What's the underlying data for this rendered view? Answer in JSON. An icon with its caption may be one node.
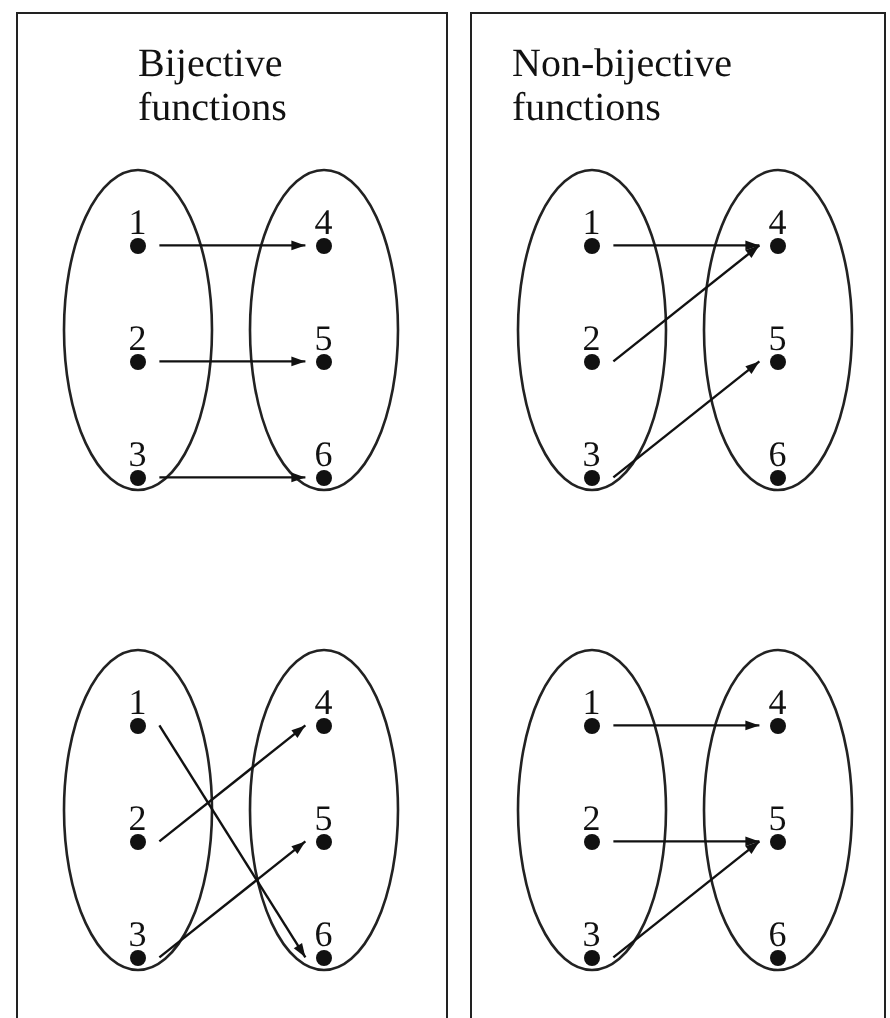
{
  "diagram": {
    "nodes": [
      {
        "text": [
          "Bijective functions"
        ]
      },
      {
        "text": [],
        "shape": "ellipse",
        "in": 0
      },
      {
        "text": [],
        "shape": "ellipse",
        "in": 0
      },
      {
        "text": [
          "1"
        ],
        "in": 1
      },
      {
        "text": [
          "2"
        ],
        "in": 1
      },
      {
        "text": [
          "3"
        ],
        "in": 1
      },
      {
        "text": [
          "4"
        ],
        "in": 2
      },
      {
        "text": [
          "5"
        ],
        "in": 2
      },
      {
        "text": [
          "6"
        ],
        "in": 2
      },
      {
        "text": [],
        "shape": "ellipse",
        "in": 0
      },
      {
        "text": [],
        "shape": "ellipse",
        "in": 0
      },
      {
        "text": [
          "1"
        ],
        "in": 9
      },
      {
        "text": [
          "2"
        ],
        "in": 9
      },
      {
        "text": [
          "3"
        ],
        "in": 9
      },
      {
        "text": [
          "4"
        ],
        "in": 10
      },
      {
        "text": [
          "5"
        ],
        "in": 10
      },
      {
        "text": [
          "6"
        ],
        "in": 10
      },
      {
        "text": [
          "Non-bijective functions"
        ]
      },
      {
        "text": [],
        "shape": "ellipse",
        "in": 17
      },
      {
        "text": [],
        "shape": "ellipse",
        "in": 17
      },
      {
        "text": [
          "1"
        ],
        "in": 18
      },
      {
        "text": [
          "2"
        ],
        "in": 18
      },
      {
        "text": [
          "3"
        ],
        "in": 18
      },
      {
        "text": [
          "4"
        ],
        "in": 19
      },
      {
        "text": [
          "5"
        ],
        "in": 19
      },
      {
        "text": [
          "6"
        ],
        "in": 19
      },
      {
        "text": [],
        "shape": "ellipse",
        "in": 17
      },
      {
        "text": [],
        "shape": "ellipse",
        "in": 17
      },
      {
        "text": [
          "1"
        ],
        "in": 26
      },
      {
        "text": [
          "2"
        ],
        "in": 26
      },
      {
        "text": [
          "3"
        ],
        "in": 26
      },
      {
        "text": [
          "4"
        ],
        "in": 27
      },
      {
        "text": [
          "5"
        ],
        "in": 27
      },
      {
        "text": [
          "6"
        ],
        "in": 27
      }
    ],
    "edges": [
      {
        "from": 3,
        "to": 6,
        "arrow": "to"
      },
      {
        "from": 4,
        "to": 7,
        "arrow": "to"
      },
      {
        "from": 5,
        "to": 8,
        "arrow": "to"
      },
      {
        "from": 11,
        "to": 16,
        "arrow": "to"
      },
      {
        "from": 12,
        "to": 14,
        "arrow": "to"
      },
      {
        "from": 13,
        "to": 15,
        "arrow": "to"
      },
      {
        "from": 20,
        "to": 23,
        "arrow": "to"
      },
      {
        "from": 21,
        "to": 23,
        "arrow": "to"
      },
      {
        "from": 22,
        "to": 24,
        "arrow": "to"
      },
      {
        "from": 28,
        "to": 31,
        "arrow": "to"
      },
      {
        "from": 29,
        "to": 32,
        "arrow": "to"
      },
      {
        "from": 30,
        "to": 32,
        "arrow": "to"
      }
    ]
  }
}
